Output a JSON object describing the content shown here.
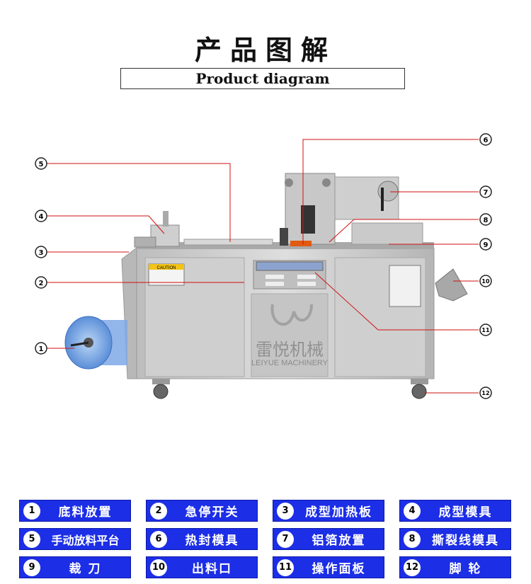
{
  "header": {
    "title_cn": "产品图解",
    "title_en": "Product diagram"
  },
  "diagram": {
    "caution_label": "CAUTION",
    "brand_cn": "雷悦机械",
    "brand_en": "LEIYUE MACHINERY",
    "callouts": [
      "1",
      "2",
      "3",
      "4",
      "5",
      "6",
      "7",
      "8",
      "9",
      "10",
      "11",
      "12"
    ]
  },
  "legend": [
    {
      "num": "1",
      "label": "底料放置"
    },
    {
      "num": "2",
      "label": "急停开关"
    },
    {
      "num": "3",
      "label": "成型加热板"
    },
    {
      "num": "4",
      "label": "成型模具"
    },
    {
      "num": "5",
      "label": "手动放料平台"
    },
    {
      "num": "6",
      "label": "热封模具"
    },
    {
      "num": "7",
      "label": "铝箔放置"
    },
    {
      "num": "8",
      "label": "撕裂线模具"
    },
    {
      "num": "9",
      "label": "裁 刀"
    },
    {
      "num": "10",
      "label": "出料口"
    },
    {
      "num": "11",
      "label": "操作面板"
    },
    {
      "num": "12",
      "label": "脚 轮"
    }
  ],
  "colors": {
    "legend_bg": "#1c2ee6",
    "callout_line": "#d01010",
    "steel": "#c9c9c9"
  }
}
